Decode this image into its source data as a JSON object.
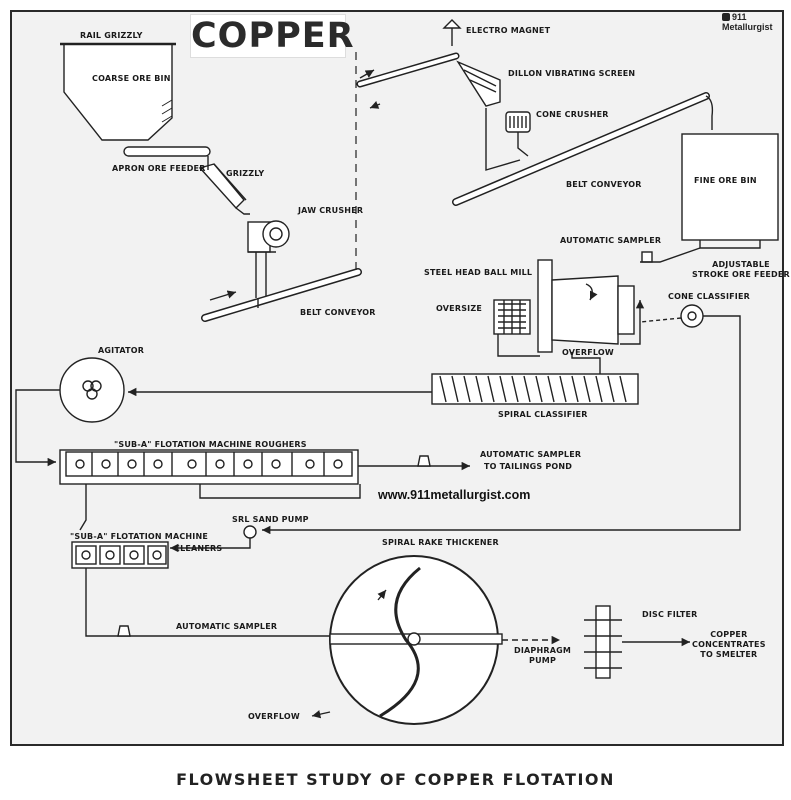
{
  "header": {
    "title": "COPPER",
    "logo_text": "911 Metallurgist",
    "website": "www.911metallurgist.com",
    "caption": "FLOWSHEET STUDY OF COPPER FLOTATION"
  },
  "equipment": {
    "rail_grizzly": "RAIL GRIZZLY",
    "coarse_ore_bin": "COARSE ORE BIN",
    "apron_ore_feeder": "APRON ORE FEEDER",
    "grizzly": "GRIZZLY",
    "jaw_crusher": "JAW CRUSHER",
    "belt_conveyor_1": "BELT CONVEYOR",
    "electro_magnet": "ELECTRO MAGNET",
    "dillon_vibrating_screen": "DILLON VIBRATING SCREEN",
    "cone_crusher": "CONE CRUSHER",
    "belt_conveyor_2": "BELT CONVEYOR",
    "fine_ore_bin": "FINE  ORE BIN",
    "automatic_sampler_1": "AUTOMATIC SAMPLER",
    "adjustable_feeder": "ADJUSTABLE\nSTROKE ORE FEEDER",
    "steel_head_ball_mill": "STEEL HEAD BALL MILL",
    "oversize": "OVERSIZE",
    "cone_classifier": "CONE CLASSIFIER",
    "overflow_1": "OVERFLOW",
    "agitator": "AGITATOR",
    "spiral_classifier": "SPIRAL CLASSIFIER",
    "roughers": "\"SUB-A\" FLOTATION MACHINE   ROUGHERS",
    "automatic_sampler_2": "AUTOMATIC SAMPLER",
    "tailings_pond": "TO TAILINGS POND",
    "srl_sand_pump": "SRL SAND PUMP",
    "cleaners_line1": "\"SUB-A\" FLOTATION MACHINE",
    "cleaners_line2": "CLEANERS",
    "spiral_rake_thickener": "SPIRAL RAKE THICKENER",
    "disc_filter": "DISC FILTER",
    "copper_concentrates": "COPPER\nCONCENTRATES\nTO SMELTER",
    "diaphragm_pump": "DIAPHRAGM\nPUMP",
    "automatic_sampler_3": "AUTOMATIC SAMPLER",
    "overflow_2": "OVERFLOW"
  }
}
